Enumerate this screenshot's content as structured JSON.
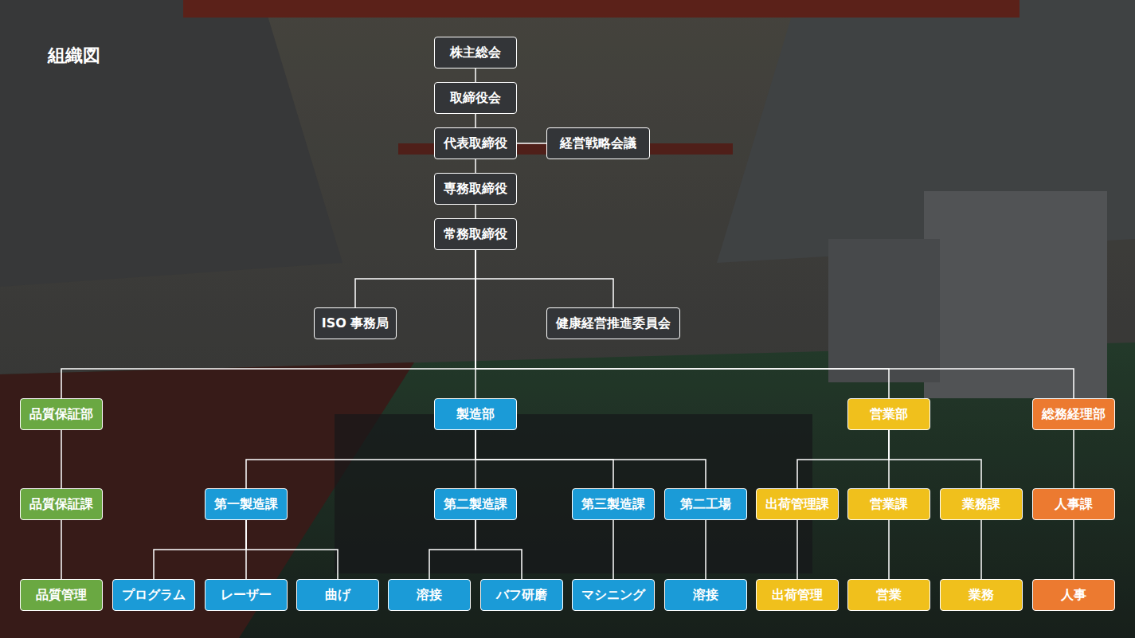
{
  "diagram": {
    "title": "組織図",
    "nodes": [
      {
        "text": [
          "株主総会"
        ]
      },
      {
        "text": [
          "取締役会"
        ]
      },
      {
        "text": [
          "代表取締役"
        ]
      },
      {
        "text": [
          "経営戦略会議"
        ]
      },
      {
        "text": [
          "専務取締役"
        ]
      },
      {
        "text": [
          "常務取締役"
        ]
      },
      {
        "text": [
          "ISO 事務局"
        ]
      },
      {
        "text": [
          "健康経営推進委員会"
        ]
      },
      {
        "text": [
          "品質保証部"
        ]
      },
      {
        "text": [
          "製造部"
        ]
      },
      {
        "text": [
          "営業部"
        ]
      },
      {
        "text": [
          "総務経理部"
        ]
      },
      {
        "text": [
          "品質保証課"
        ]
      },
      {
        "text": [
          "第一製造課"
        ]
      },
      {
        "text": [
          "第二製造課"
        ]
      },
      {
        "text": [
          "第三製造課"
        ]
      },
      {
        "text": [
          "第二工場"
        ]
      },
      {
        "text": [
          "出荷管理課"
        ]
      },
      {
        "text": [
          "営業課"
        ]
      },
      {
        "text": [
          "業務課"
        ]
      },
      {
        "text": [
          "人事課"
        ]
      },
      {
        "text": [
          "品質管理"
        ]
      },
      {
        "text": [
          "プログラム"
        ]
      },
      {
        "text": [
          "レーザー"
        ]
      },
      {
        "text": [
          "曲げ"
        ]
      },
      {
        "text": [
          "溶接"
        ]
      },
      {
        "text": [
          "バフ研磨"
        ]
      },
      {
        "text": [
          "マシニング"
        ]
      },
      {
        "text": [
          "溶接"
        ]
      },
      {
        "text": [
          "出荷管理"
        ]
      },
      {
        "text": [
          "営業"
        ]
      },
      {
        "text": [
          "業務"
        ]
      },
      {
        "text": [
          "人事"
        ]
      }
    ],
    "edges": [
      {
        "from": 0,
        "to": 1,
        "arrow": "none"
      },
      {
        "from": 1,
        "to": 2,
        "arrow": "none"
      },
      {
        "from": 2,
        "to": 3,
        "arrow": "none"
      },
      {
        "from": 2,
        "to": 4,
        "arrow": "none"
      },
      {
        "from": 4,
        "to": 5,
        "arrow": "none"
      },
      {
        "from": 5,
        "to": 6,
        "arrow": "none"
      },
      {
        "from": 5,
        "to": 7,
        "arrow": "none"
      },
      {
        "from": 5,
        "to": 8,
        "arrow": "none"
      },
      {
        "from": 5,
        "to": 9,
        "arrow": "none"
      },
      {
        "from": 5,
        "to": 10,
        "arrow": "none"
      },
      {
        "from": 5,
        "to": 11,
        "arrow": "none"
      },
      {
        "from": 8,
        "to": 12,
        "arrow": "none"
      },
      {
        "from": 9,
        "to": 13,
        "arrow": "none"
      },
      {
        "from": 9,
        "to": 14,
        "arrow": "none"
      },
      {
        "from": 9,
        "to": 15,
        "arrow": "none"
      },
      {
        "from": 9,
        "to": 16,
        "arrow": "none"
      },
      {
        "from": 10,
        "to": 17,
        "arrow": "none"
      },
      {
        "from": 10,
        "to": 18,
        "arrow": "none"
      },
      {
        "from": 10,
        "to": 19,
        "arrow": "none"
      },
      {
        "from": 11,
        "to": 20,
        "arrow": "none"
      },
      {
        "from": 12,
        "to": 21,
        "arrow": "none"
      },
      {
        "from": 13,
        "to": 22,
        "arrow": "none"
      },
      {
        "from": 13,
        "to": 23,
        "arrow": "none"
      },
      {
        "from": 13,
        "to": 24,
        "arrow": "none"
      },
      {
        "from": 14,
        "to": 25,
        "arrow": "none"
      },
      {
        "from": 14,
        "to": 26,
        "arrow": "none"
      },
      {
        "from": 15,
        "to": 27,
        "arrow": "none"
      },
      {
        "from": 16,
        "to": 28,
        "arrow": "none"
      },
      {
        "from": 17,
        "to": 29,
        "arrow": "none"
      },
      {
        "from": 18,
        "to": 30,
        "arrow": "none"
      },
      {
        "from": 19,
        "to": 31,
        "arrow": "none"
      },
      {
        "from": 20,
        "to": 32,
        "arrow": "none"
      }
    ]
  }
}
